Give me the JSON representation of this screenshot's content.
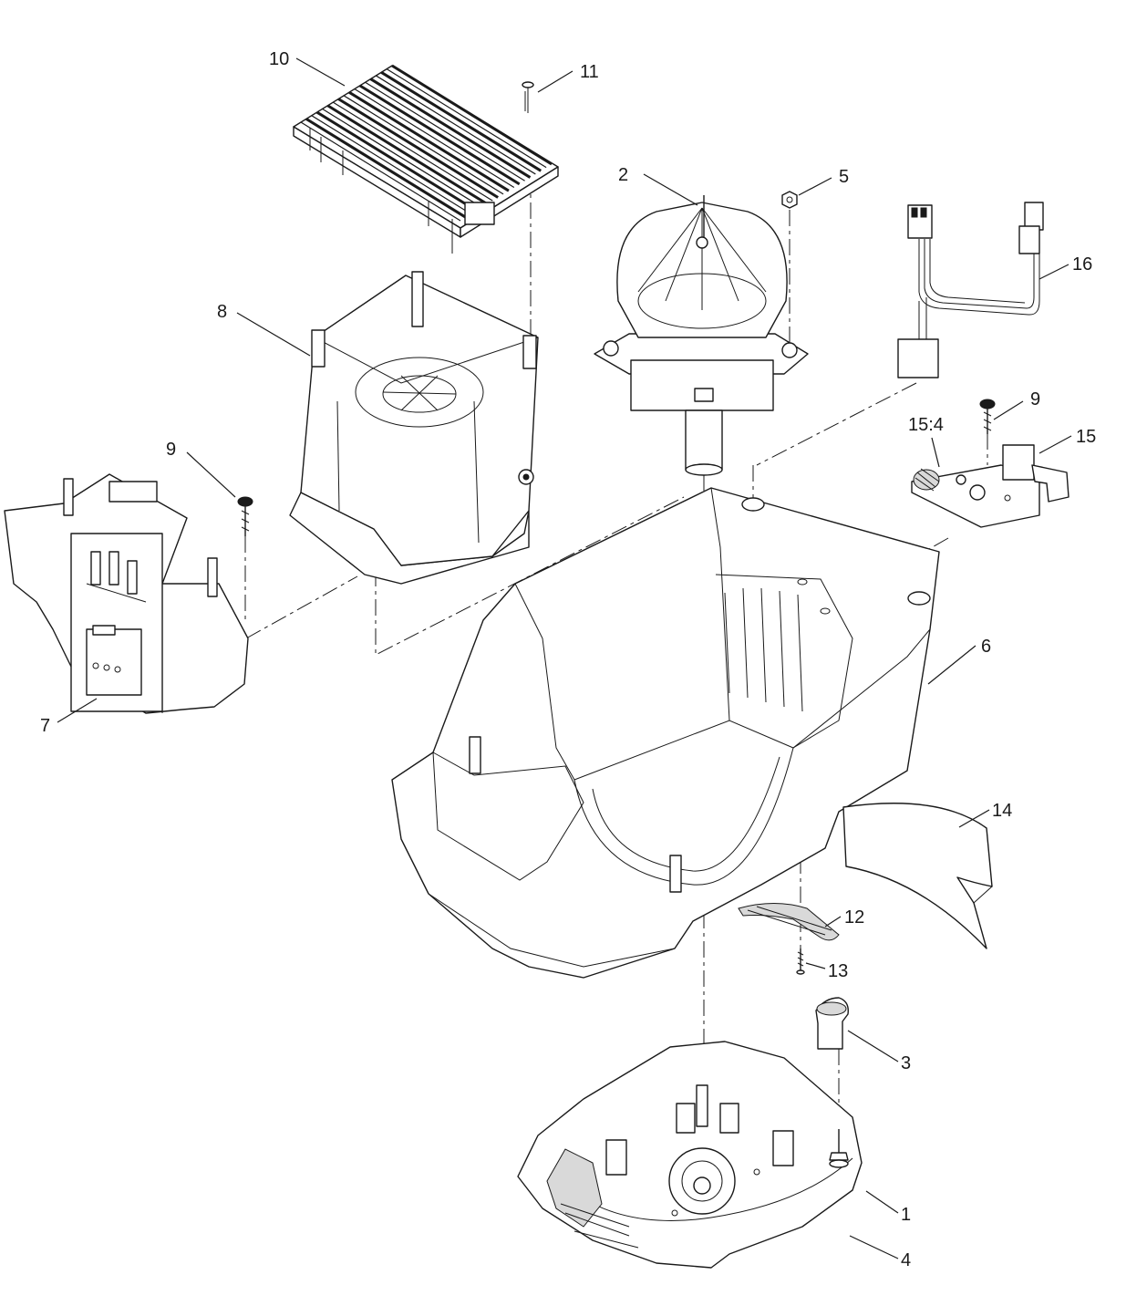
{
  "diagram": {
    "callouts": {
      "c10": "10",
      "c11": "11",
      "c2": "2",
      "c5": "5",
      "c16": "16",
      "c8": "8",
      "c9a": "9",
      "c9b": "9",
      "c15_4": "15:4",
      "c15": "15",
      "c7": "7",
      "c6": "6",
      "c14": "14",
      "c12": "12",
      "c13": "13",
      "c3": "3",
      "c1": "1",
      "c4": "4"
    }
  }
}
